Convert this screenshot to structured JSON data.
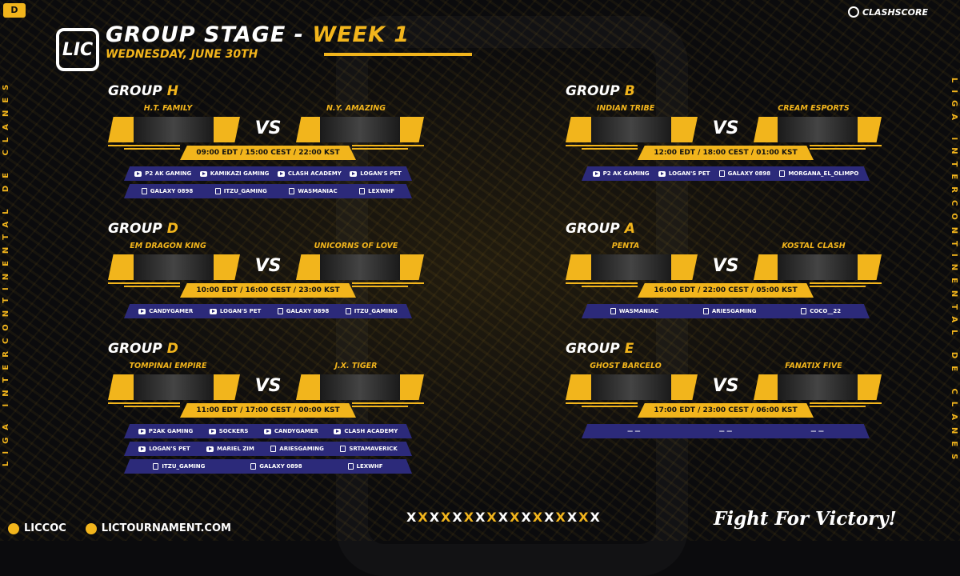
{
  "header": {
    "logo_text": "LIC",
    "title_white": "GROUP STAGE -",
    "title_gold": "WEEK 1",
    "subtitle": "WEDNESDAY, JUNE 30TH",
    "brand": "CLASHSCORE"
  },
  "side_text": "LIGA INTERCONTINENTAL DE CLANES",
  "vs_label": "VS",
  "groups": [
    {
      "label_word": "GROUP",
      "label_letter": "H",
      "team_a": "H.T. FAMILY",
      "team_b": "N.Y. AMAZING",
      "time": "09:00 EDT / 15:00 CEST / 22:00 KST",
      "stream_rows": [
        [
          {
            "type": "youtube",
            "name": "P2 AK GAMING"
          },
          {
            "type": "youtube",
            "name": "KAMIKAZI GAMING"
          },
          {
            "type": "youtube",
            "name": "CLASH ACADEMY"
          },
          {
            "type": "youtube",
            "name": "LOGAN'S PET"
          }
        ],
        [
          {
            "type": "twitch",
            "name": "GALAXY 0898"
          },
          {
            "type": "twitch",
            "name": "ITZU_GAMING"
          },
          {
            "type": "twitch",
            "name": "WASMANIAC"
          },
          {
            "type": "twitch",
            "name": "LEXWHF"
          }
        ]
      ]
    },
    {
      "label_word": "GROUP",
      "label_letter": "B",
      "team_a": "INDIAN TRIBE",
      "team_b": "CREAM ESPORTS",
      "time": "12:00 EDT / 18:00 CEST / 01:00 KST",
      "stream_rows": [
        [
          {
            "type": "youtube",
            "name": "P2 AK GAMING"
          },
          {
            "type": "youtube",
            "name": "LOGAN'S PET"
          },
          {
            "type": "twitch",
            "name": "GALAXY 0898"
          },
          {
            "type": "twitch",
            "name": "MORGANA_EL_OLIMPO"
          }
        ]
      ]
    },
    {
      "label_word": "GROUP",
      "label_letter": "D",
      "team_a": "EM DRAGON KING",
      "team_b": "UNICORNS OF LOVE",
      "time": "10:00 EDT / 16:00 CEST / 23:00 KST",
      "stream_rows": [
        [
          {
            "type": "youtube",
            "name": "CANDYGAMER"
          },
          {
            "type": "youtube",
            "name": "LOGAN'S PET"
          },
          {
            "type": "twitch",
            "name": "GALAXY 0898"
          },
          {
            "type": "twitch",
            "name": "ITZU_GAMING"
          }
        ]
      ]
    },
    {
      "label_word": "GROUP",
      "label_letter": "A",
      "team_a": "PENTA",
      "team_b": "KOSTAL CLASH",
      "time": "16:00 EDT / 22:00 CEST / 05:00 KST",
      "stream_rows": [
        [
          {
            "type": "twitch",
            "name": "WASMANIAC"
          },
          {
            "type": "twitch",
            "name": "ARIESGAMING"
          },
          {
            "type": "twitch",
            "name": "COCO__22"
          }
        ]
      ]
    },
    {
      "label_word": "GROUP",
      "label_letter": "D",
      "team_a": "TOMPINAI EMPIRE",
      "team_b": "J.X. TIGER",
      "time": "11:00 EDT / 17:00 CEST / 00:00 KST",
      "stream_rows": [
        [
          {
            "type": "youtube",
            "name": "P2AK GAMING"
          },
          {
            "type": "youtube",
            "name": "SOCKERS"
          },
          {
            "type": "youtube",
            "name": "CANDYGAMER"
          },
          {
            "type": "youtube",
            "name": "CLASH ACADEMY"
          }
        ],
        [
          {
            "type": "youtube",
            "name": "LOGAN'S PET"
          },
          {
            "type": "youtube",
            "name": "MARIEL ZIM"
          },
          {
            "type": "twitch",
            "name": "ARIESGAMING"
          },
          {
            "type": "twitch",
            "name": "SRTAMAVERICK"
          }
        ],
        [
          {
            "type": "twitch",
            "name": "ITZU_GAMING"
          },
          {
            "type": "twitch",
            "name": "GALAXY 0898"
          },
          {
            "type": "twitch",
            "name": "LEXWHF"
          }
        ]
      ]
    },
    {
      "label_word": "GROUP",
      "label_letter": "E",
      "team_a": "GHOST BARCELO",
      "team_b": "FANATIX FIVE",
      "time": "17:00 EDT / 23:00 CEST / 06:00 KST",
      "stream_rows": [
        [
          {
            "type": "none",
            "name": "— —"
          },
          {
            "type": "none",
            "name": "— —"
          },
          {
            "type": "none",
            "name": "— —"
          }
        ]
      ]
    }
  ],
  "footer": {
    "twitter": "LICCOC",
    "website": "LICTOURNAMENT.COM",
    "slogan": "Fight For Victory!",
    "x_marks": "XXXXXXXXXXXXXXXXX"
  },
  "colors": {
    "accent": "#f2b51c",
    "stream_bar": "#2c2a7a",
    "background": "#0b0b0d"
  }
}
